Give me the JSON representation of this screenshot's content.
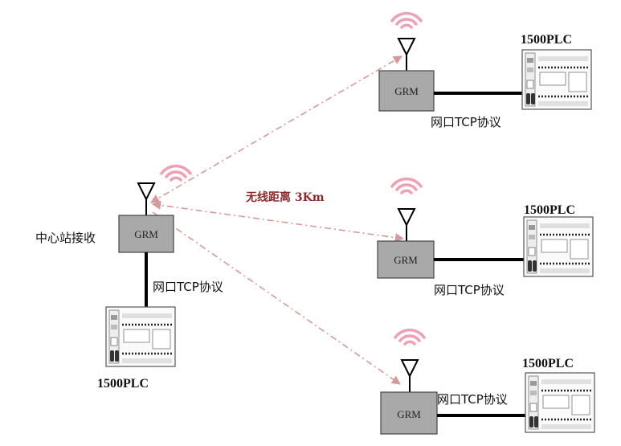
{
  "center": {
    "label": "中心站接收",
    "grm_label": "GRM",
    "protocol_label": "网口TCP协议",
    "plc_label": "1500PLC"
  },
  "distance_label": "无线距离 3Km",
  "remotes": [
    {
      "grm_label": "GRM",
      "protocol_label": "网口TCP协议",
      "plc_label": "1500PLC"
    },
    {
      "grm_label": "GRM",
      "protocol_label": "网口TCP协议",
      "plc_label": "1500PLC"
    },
    {
      "grm_label": "GRM",
      "protocol_label": "网口TCP协议",
      "plc_label": "1500PLC"
    }
  ],
  "colors": {
    "grm_box": "#a9a9a9",
    "signal": "#f0a0b4",
    "link_line": "#d79a9a",
    "distance_text": "#8a2a2a"
  }
}
